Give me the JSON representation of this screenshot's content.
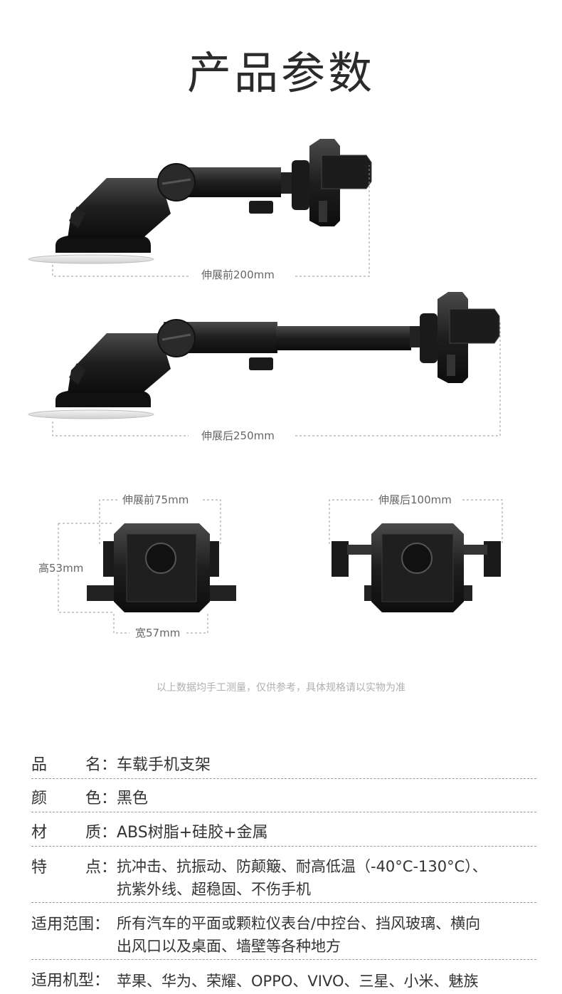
{
  "title": "产品参数",
  "dimensions": {
    "before_length": "伸展前200mm",
    "after_length": "伸展后250mm",
    "before_width": "伸展前75mm",
    "after_width": "伸展后100mm",
    "height": "高53mm",
    "base_width": "宽57mm"
  },
  "note": "以上数据均手工测量，仅供参考，具体规格请以实物为准",
  "specs": [
    {
      "key1": "品",
      "key2": "名",
      "colon": "：",
      "value": "车载手机支架"
    },
    {
      "key1": "颜",
      "key2": "色",
      "colon": "：",
      "value": "黑色"
    },
    {
      "key1": "材",
      "key2": "质",
      "colon": "：",
      "value": "ABS树脂+硅胶+金属"
    },
    {
      "key1": "特",
      "key2": "点",
      "colon": "：",
      "value": "抗冲击、抗振动、防颠簸、耐高低温（-40°C-130°C）、",
      "value2": "抗紫外线、超稳固、不伤手机"
    },
    {
      "key_full": "适用范围",
      "colon": "：",
      "value": "所有汽车的平面或颗粒仪表台/中控台、挡风玻璃、横向",
      "value2": "出风口以及桌面、墙壁等各种地方"
    },
    {
      "key_full": "适用机型",
      "colon": "：",
      "value": "苹果、华为、荣耀、OPPO、VIVO、三星、小米、魅族"
    }
  ]
}
